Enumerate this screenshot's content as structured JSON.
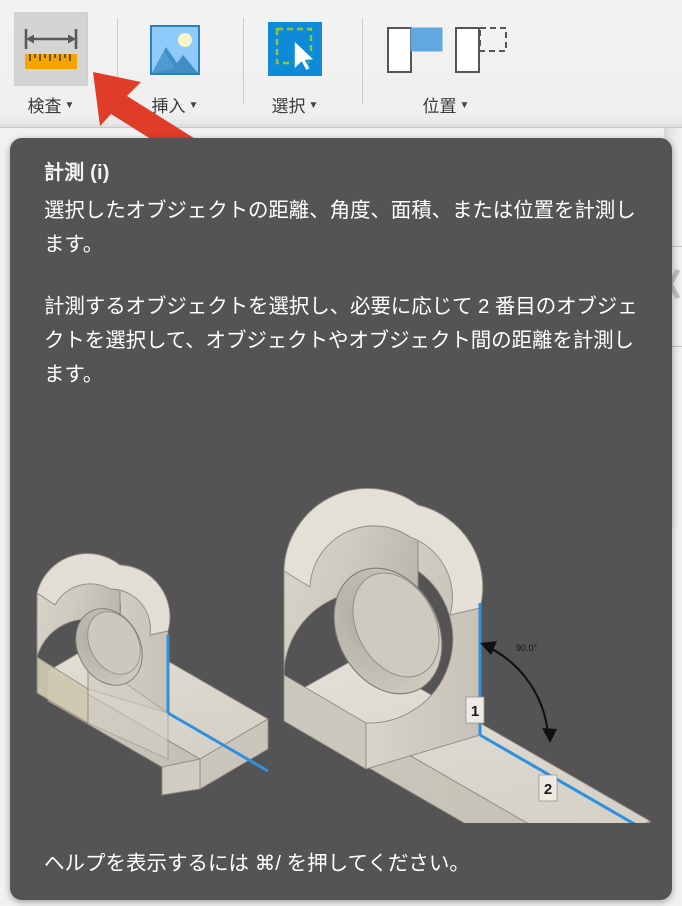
{
  "toolbar": {
    "items": [
      {
        "id": "inspect",
        "label": "検査",
        "icon": "measure-ruler-icon",
        "selected": true,
        "caret": "▼"
      },
      {
        "id": "insert",
        "label": "挿入",
        "icon": "image-insert-icon",
        "selected": false,
        "caret": "▼"
      },
      {
        "id": "select",
        "label": "選択",
        "icon": "marquee-select-icon",
        "selected": true,
        "caret": "▼"
      },
      {
        "id": "position",
        "label": "位置",
        "icon": "align-position-icon",
        "selected": false,
        "caret": "▼"
      }
    ]
  },
  "annotation": {
    "arrow": "red-pointer-arrow",
    "color": "#e03d28",
    "points_to": "検査"
  },
  "tooltip": {
    "title": "計測 (i)",
    "paragraph1": "選択したオブジェクトの距離、角度、面積、または位置を計測します。",
    "paragraph2": "計測するオブジェクトを選択し、必要に応じて 2 番目のオブジェクトを選択して、オブジェクトやオブジェクト間の距離を計測します。",
    "footer": "ヘルプを表示するには ⌘/ を押してください。",
    "background": "#555454",
    "text_color": "#ffffff"
  },
  "illustration": {
    "name": "measure-angle-demo",
    "description": "二つの L 字ブラケットの等角投影図",
    "highlight_color": "#2f8fe0",
    "body_color": "#d8d3c9",
    "angle_label": "90.0°",
    "markers": [
      {
        "id": "marker-1",
        "label": "1"
      },
      {
        "id": "marker-2",
        "label": "2"
      }
    ]
  }
}
